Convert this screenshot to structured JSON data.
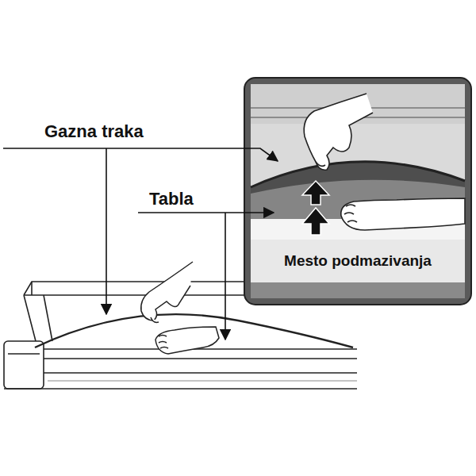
{
  "diagram": {
    "nodes": [
      {
        "text": [
          "Mesto podmazivanja"
        ]
      }
    ],
    "labels": [
      "Gazna traka",
      "Tabla"
    ]
  }
}
